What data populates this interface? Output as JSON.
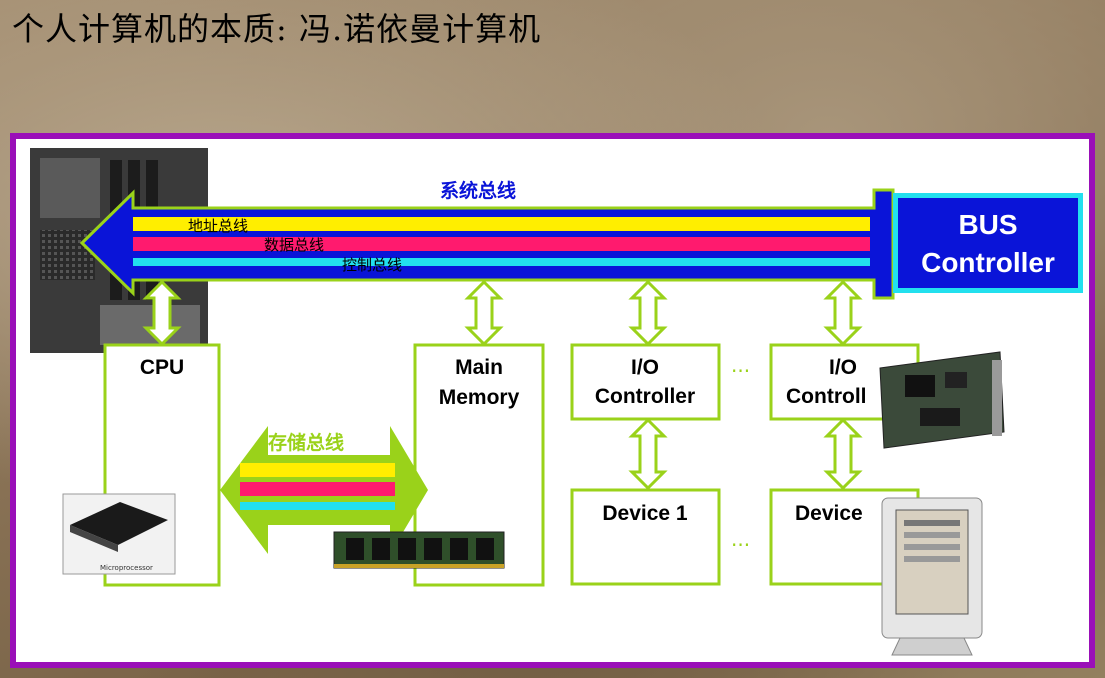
{
  "title": "个人计算机的本质: 冯.诺依曼计算机",
  "system_bus": {
    "label": "系统总线",
    "lines": [
      "地址总线",
      "数据总线",
      "控制总线"
    ]
  },
  "bus_controller": {
    "line1": "BUS",
    "line2": "Controller"
  },
  "storage_bus": {
    "label": "存储总线"
  },
  "boxes": {
    "cpu": "CPU",
    "main_memory": [
      "Main",
      "Memory"
    ],
    "io_controller_1": [
      "I/O",
      "Controller"
    ],
    "io_controller_2": [
      "I/O",
      "Controll"
    ],
    "device_1": "Device 1",
    "device_2": "Device"
  },
  "ellipsis": "...",
  "photo_labels": {
    "microprocessor": "Microprocessor"
  },
  "colors": {
    "frame": "#9a0fb8",
    "bus_arrow": "#0a14d8",
    "address_line": "#ffee00",
    "data_line": "#ff1a6e",
    "control_line": "#22e0ee",
    "box_border": "#9ad21a",
    "connector": "#9ad21a"
  }
}
